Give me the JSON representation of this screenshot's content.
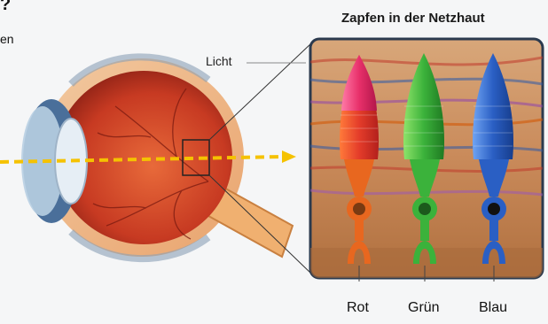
{
  "partial_text": {
    "top": "?",
    "second": "en"
  },
  "panel_title": "Zapfen in der Netzhaut",
  "light_label": "Licht",
  "cones": [
    {
      "label": "Rot",
      "color": "#e23b2e"
    },
    {
      "label": "Grün",
      "color": "#3bb23b"
    },
    {
      "label": "Blau",
      "color": "#2a5fc4"
    }
  ],
  "colors": {
    "light_ray": "#f5c200",
    "eye_outer": "#e07a3a",
    "eye_inner": "#c8402a",
    "panel_border": "#2b3a4e"
  }
}
